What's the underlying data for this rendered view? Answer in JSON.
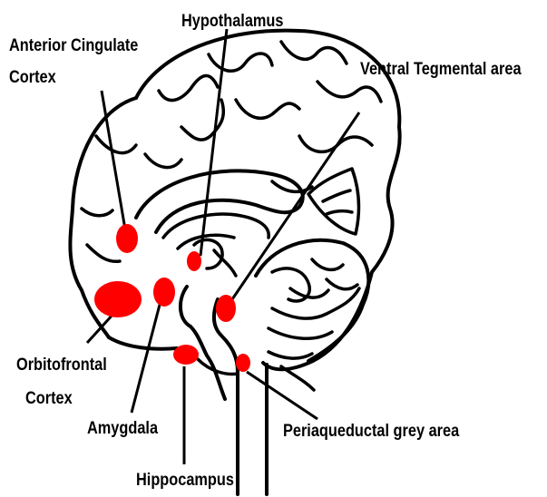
{
  "labels": {
    "acc_line1": "Anterior  Cingulate",
    "acc_line2": "Cortex",
    "hypothalamus": "Hypothalamus",
    "vta": "Ventral Tegmental area",
    "ofc_line1": "Orbitofrontal",
    "ofc_line2": "Cortex",
    "amygdala": "Amygdala",
    "hippocampus": "Hippocampus",
    "pag": "Periaqueductal grey area"
  },
  "colors": {
    "region_fill": "#ff0000",
    "outline": "#000000",
    "background": "#ffffff"
  }
}
